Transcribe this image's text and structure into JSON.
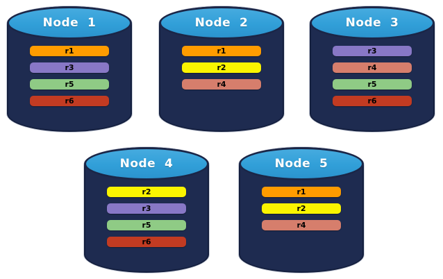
{
  "diagram": {
    "description": "Five database nodes with replicated records r1-r6",
    "background": "#FFFFFF"
  },
  "palette": {
    "cylinder_body": "#1E2B50",
    "cylinder_outline": "#141F3E",
    "cylinder_top": "#2F9FD8",
    "node_label_text": "#FFFFFF",
    "bar_text": "#000000",
    "r1": "#FF9C00",
    "r2": "#FAF400",
    "r3": "#8878C6",
    "r4": "#D67E6C",
    "r5": "#8FCB85",
    "r6": "#C23B22"
  },
  "nodes": [
    {
      "label": "Node  1",
      "replicas": [
        {
          "label": "r1",
          "color": "#FF9C00"
        },
        {
          "label": "r3",
          "color": "#8878C6"
        },
        {
          "label": "r5",
          "color": "#8FCB85"
        },
        {
          "label": "r6",
          "color": "#C23B22"
        }
      ]
    },
    {
      "label": "Node  2",
      "replicas": [
        {
          "label": "r1",
          "color": "#FF9C00"
        },
        {
          "label": "r2",
          "color": "#FAF400"
        },
        {
          "label": "r4",
          "color": "#D67E6C"
        }
      ]
    },
    {
      "label": "Node  3",
      "replicas": [
        {
          "label": "r3",
          "color": "#8878C6"
        },
        {
          "label": "r4",
          "color": "#D67E6C"
        },
        {
          "label": "r5",
          "color": "#8FCB85"
        },
        {
          "label": "r6",
          "color": "#C23B22"
        }
      ]
    },
    {
      "label": "Node  4",
      "replicas": [
        {
          "label": "r2",
          "color": "#FAF400"
        },
        {
          "label": "r3",
          "color": "#8878C6"
        },
        {
          "label": "r5",
          "color": "#8FCB85"
        },
        {
          "label": "r6",
          "color": "#C23B22"
        }
      ]
    },
    {
      "label": "Node  5",
      "replicas": [
        {
          "label": "r1",
          "color": "#FF9C00"
        },
        {
          "label": "r2",
          "color": "#FAF400"
        },
        {
          "label": "r4",
          "color": "#D67E6C"
        }
      ]
    }
  ]
}
